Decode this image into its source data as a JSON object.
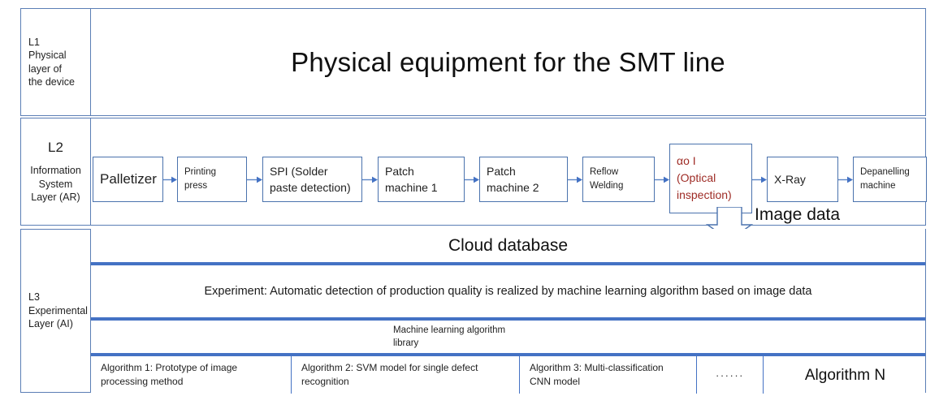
{
  "diagram": {
    "layers": [
      {
        "id": "l1",
        "code": "L1",
        "desc_lines": [
          "Physical",
          "layer of",
          "the device"
        ],
        "title": "Physical equipment for the SMT line"
      },
      {
        "id": "l2",
        "code": "L2",
        "desc_lines": [
          "Information",
          " System",
          "Layer (AR)"
        ]
      },
      {
        "id": "l3",
        "code": "L3",
        "desc_lines": [
          "Experimental",
          " Layer (AI)"
        ]
      }
    ],
    "process_flow": {
      "steps": [
        {
          "label": "Palletizer",
          "size": "large"
        },
        {
          "label": "Printing\npress",
          "size": "small"
        },
        {
          "label": "SPI (Solder\npaste detection)",
          "size": "medium"
        },
        {
          "label": "Patch\nmachine 1",
          "size": "medium"
        },
        {
          "label": "Patch\nmachine 2",
          "size": "medium"
        },
        {
          "label": "Reflow\nWelding",
          "size": "small"
        },
        {
          "label": "αo I\n(Optical\ninspection)",
          "size": "aoi",
          "color": "#9e2b25"
        },
        {
          "label": "X-Ray",
          "size": "medium"
        },
        {
          "label": "Depanelling\nmachine",
          "size": "small"
        }
      ],
      "data_flow_label": "Image data"
    },
    "experimental": {
      "cloud_database": "Cloud database",
      "experiment": "Experiment: Automatic detection of production quality is realized by machine learning algorithm based on image data",
      "library": "Machine learning algorithm\nlibrary",
      "algorithms": [
        "Algorithm 1: Prototype of image processing method",
        "Algorithm 2: SVM model for single defect recognition",
        "Algorithm 3: Multi-classification CNN model",
        "······",
        "Algorithm N"
      ]
    },
    "colors": {
      "border_blue": "#5b7eb5",
      "box_blue": "#4a72ad",
      "band_blue": "#4472c4",
      "aoi_red": "#9e2b25",
      "text": "#1f1f1f"
    }
  }
}
